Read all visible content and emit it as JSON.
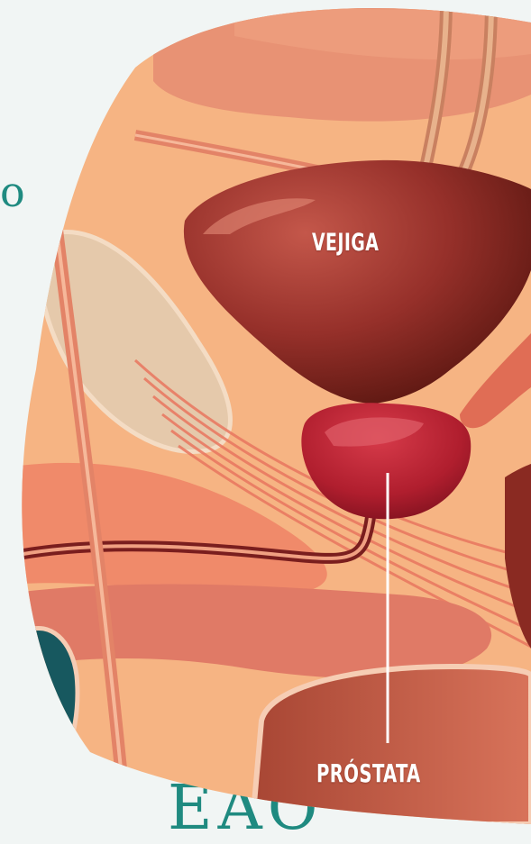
{
  "labels": {
    "bladder": "VEJIGA",
    "prostate": "PRÓSTATA"
  },
  "background_text": {
    "left_fragment": "o",
    "bottom_fragment": "EAO"
  },
  "colors": {
    "background": "#f1f5f4",
    "teal_text": "#1f8a80",
    "bladder": "#8a2a22",
    "prostate": "#b3202f",
    "tissue": "#f6b483",
    "label_text": "#ffffff"
  }
}
